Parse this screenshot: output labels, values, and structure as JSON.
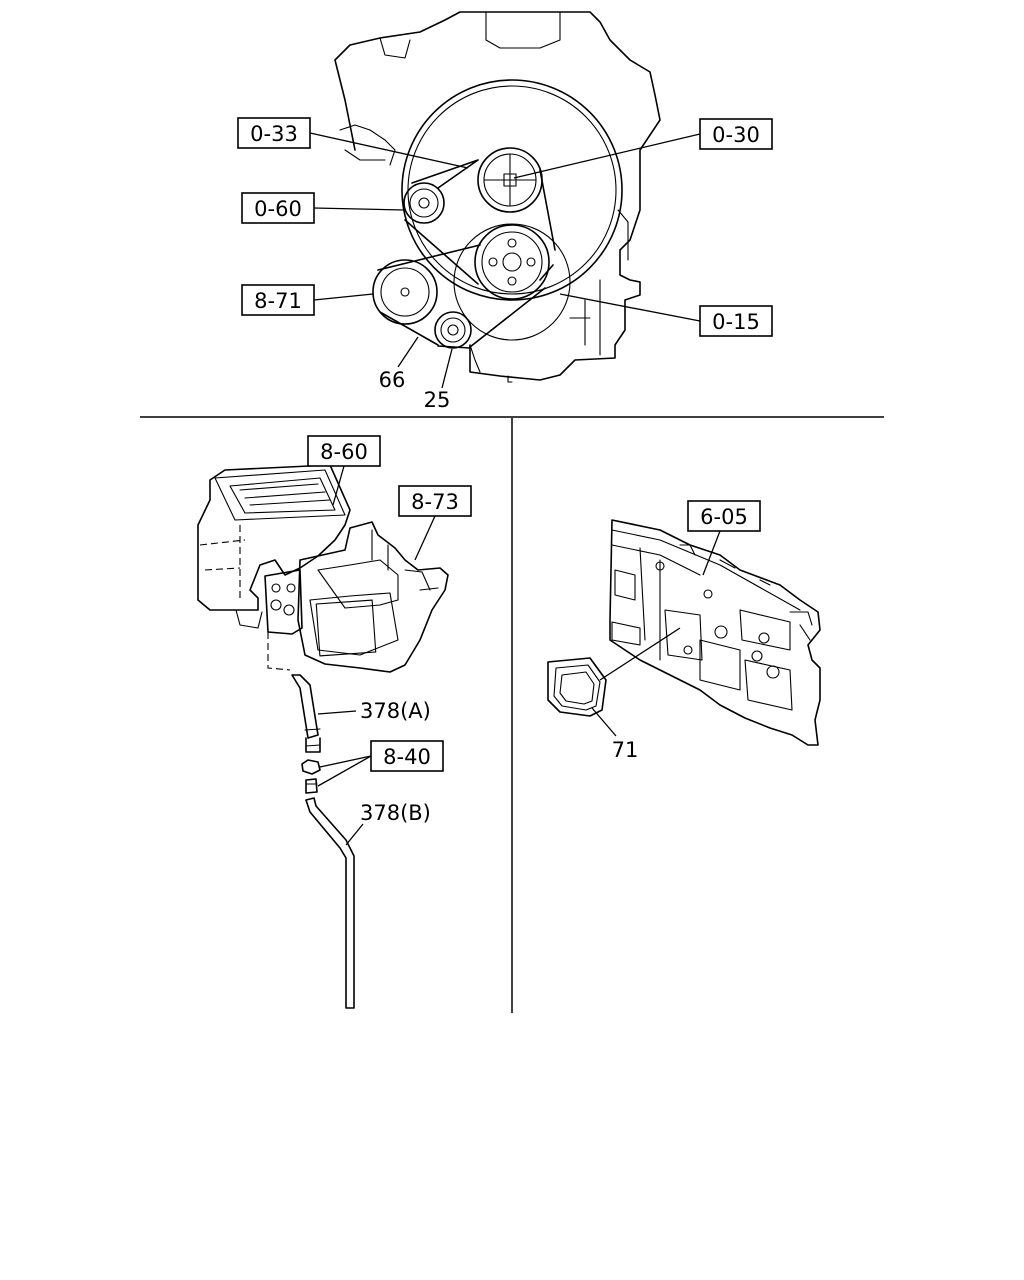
{
  "labels": {
    "ref_0_33": "0-33",
    "ref_0_30": "0-30",
    "ref_0_60": "0-60",
    "ref_8_71": "8-71",
    "ref_0_15": "0-15",
    "part_66": "66",
    "part_25": "25",
    "ref_8_60": "8-60",
    "ref_8_73": "8-73",
    "part_378a": "378(A)",
    "ref_8_40": "8-40",
    "part_378b": "378(B)",
    "ref_6_05": "6-05",
    "part_71": "71"
  },
  "colors": {
    "line": "#000000",
    "background": "#ffffff"
  }
}
